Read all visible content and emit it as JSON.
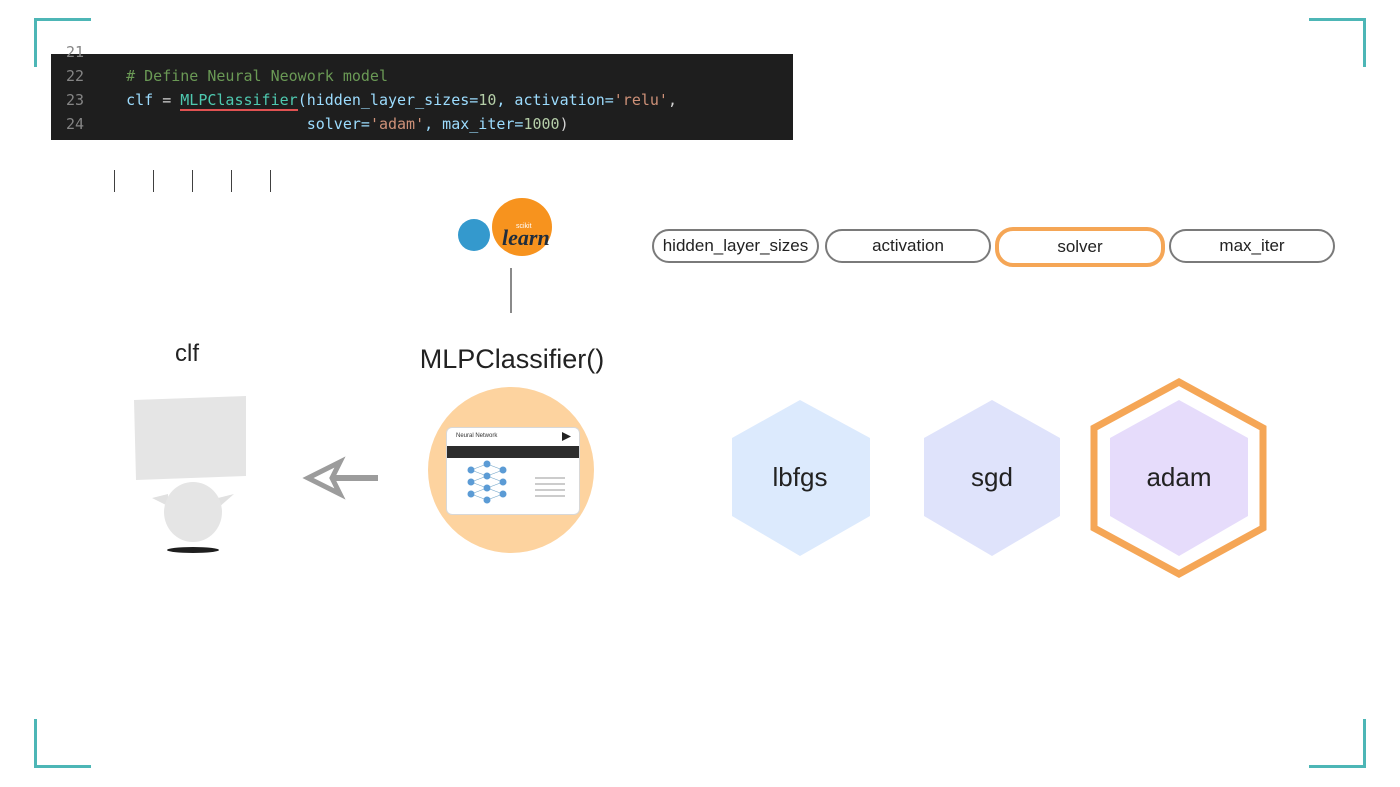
{
  "code": {
    "lines": [
      {
        "num": "21",
        "text": ""
      },
      {
        "num": "22",
        "comment": "# Define Neural Neowork model"
      },
      {
        "num": "23",
        "var": "clf",
        "op": " = ",
        "class_name": "MLPClassifier",
        "p1": "(hidden_layer_sizes=",
        "n1": "10",
        "p2": ", activation=",
        "s1": "'relu'",
        "p3": ","
      },
      {
        "num": "24",
        "indent": "                    ",
        "p4": "solver=",
        "s2": "'adam'",
        "p5": ", max_iter=",
        "n2": "1000",
        "p6": ")"
      }
    ]
  },
  "logo": {
    "small": "scikit",
    "big": "learn"
  },
  "params": [
    {
      "label": "hidden_layer_sizes"
    },
    {
      "label": "activation"
    },
    {
      "label": "solver",
      "active": true
    },
    {
      "label": "max_iter"
    }
  ],
  "labels": {
    "clf": "clf",
    "mlp": "MLPClassifier()"
  },
  "nn_card": {
    "title": "Neural Network"
  },
  "solvers": [
    {
      "label": "lbfgs",
      "color": "#dceafd"
    },
    {
      "label": "sgd",
      "color": "#dfe3fb"
    },
    {
      "label": "adam",
      "color": "#e6dcfb",
      "selected": true
    }
  ],
  "colors": {
    "accent": "#f5a656",
    "corner": "#4db6b6",
    "circle": "#fdd39f",
    "logo_blue": "#3499cd",
    "logo_orange": "#f7931e"
  }
}
